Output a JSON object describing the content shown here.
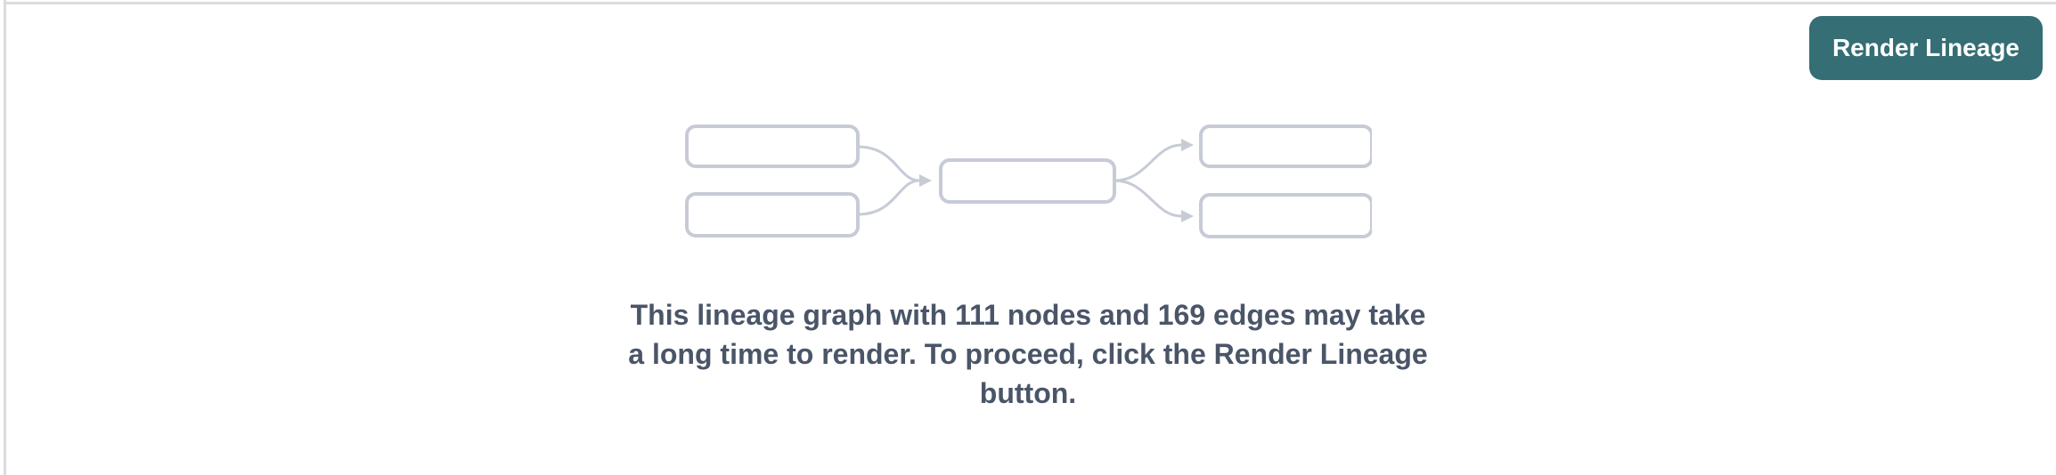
{
  "panel": {
    "background": "#ffffff",
    "divider_color": "#dcdce0"
  },
  "toolbar": {
    "render_lineage_button": {
      "label": "Render Lineage",
      "background": "#356e74",
      "text_color": "#ffffff"
    }
  },
  "placeholder": {
    "illustration": {
      "type": "lineage-graph-miniature",
      "stroke_color": "#c6cbd6",
      "layout": "2 source nodes -> 1 middle node -> 2 target nodes"
    },
    "message": {
      "lines": [
        "This lineage graph with 111 nodes and 169 edges may take",
        "a long time to render. To proceed, click the Render Lineage",
        "button."
      ],
      "node_count": "111",
      "edge_count": "169",
      "text_color": "#4a5568"
    }
  }
}
